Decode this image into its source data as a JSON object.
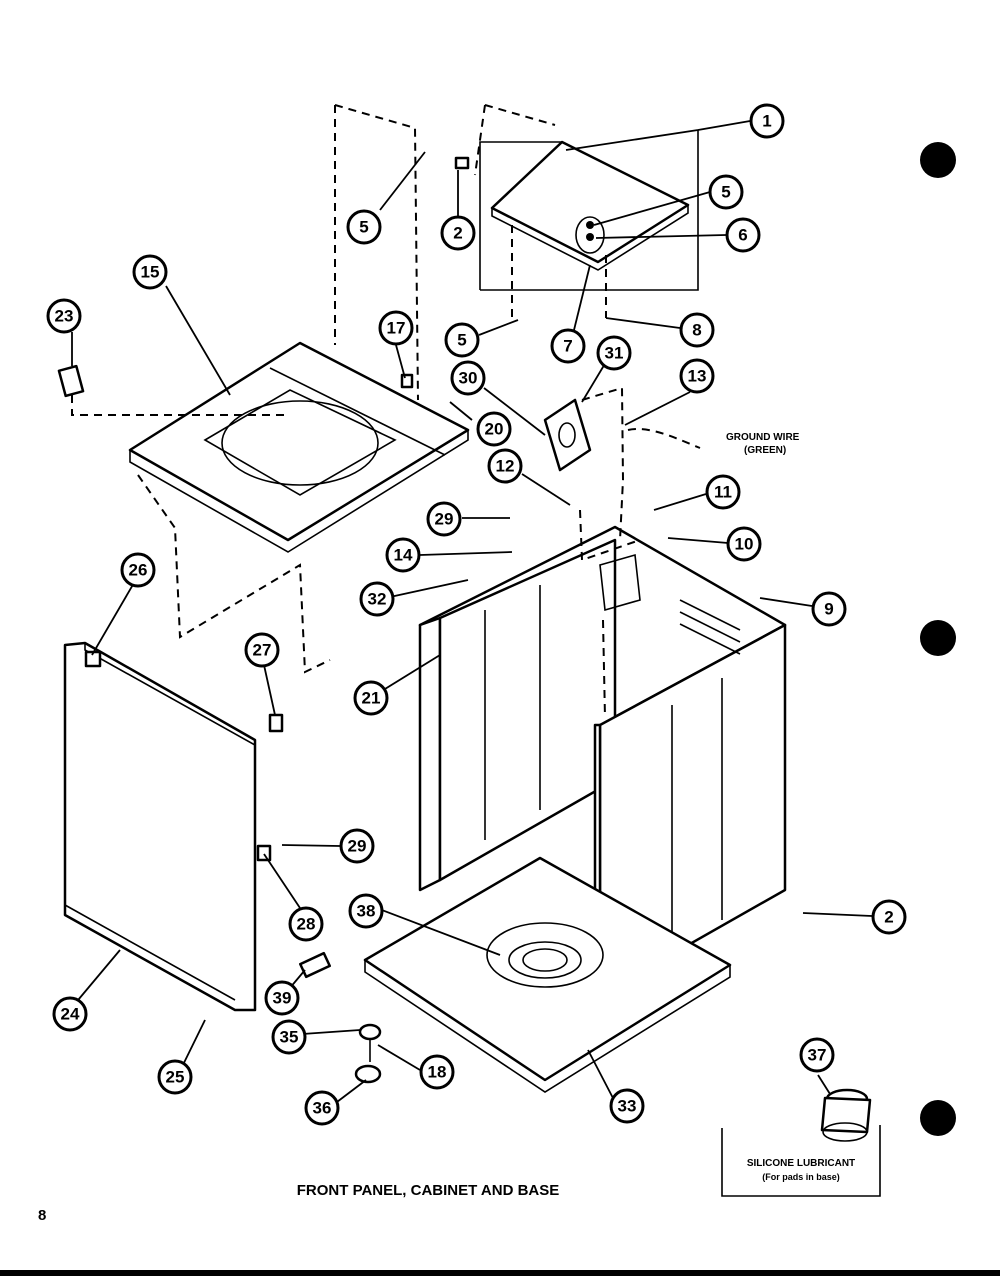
{
  "diagram": {
    "title": "FRONT PANEL, CABINET AND BASE",
    "page_number": "8",
    "ground_wire_label": "GROUND WIRE",
    "ground_wire_sub": "(GREEN)",
    "lubricant_label": "SILICONE LUBRICANT",
    "lubricant_sub": "(For pads in base)",
    "callouts": [
      "1",
      "5",
      "6",
      "5",
      "2",
      "15",
      "23",
      "17",
      "5",
      "7",
      "8",
      "31",
      "30",
      "13",
      "20",
      "12",
      "11",
      "29",
      "10",
      "14",
      "9",
      "32",
      "26",
      "27",
      "21",
      "29",
      "28",
      "38",
      "2",
      "39",
      "24",
      "35",
      "18",
      "25",
      "36",
      "33",
      "37"
    ]
  }
}
